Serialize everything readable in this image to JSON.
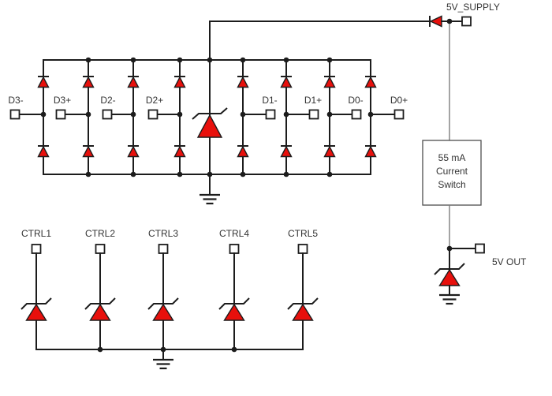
{
  "colors": {
    "background": "#ffffff",
    "wire": "#1c1c1c",
    "gray_wire": "#7d7d7d",
    "box_border": "#4d4d4d",
    "diode_fill": "#e8100c",
    "terminal_fill": "#ffffff",
    "text": "#333333"
  },
  "supply": {
    "label": "5V_SUPPLY"
  },
  "switch_box": {
    "line1": "55 mA",
    "line2": "Current",
    "line3": "Switch"
  },
  "output": {
    "label": "5V OUT"
  },
  "pins": {
    "data": [
      "D3-",
      "D3+",
      "D2-",
      "D2+",
      "D1-",
      "D1+",
      "D0-",
      "D0+"
    ],
    "ctrl": [
      "CTRL1",
      "CTRL2",
      "CTRL3",
      "CTRL4",
      "CTRL5"
    ]
  }
}
